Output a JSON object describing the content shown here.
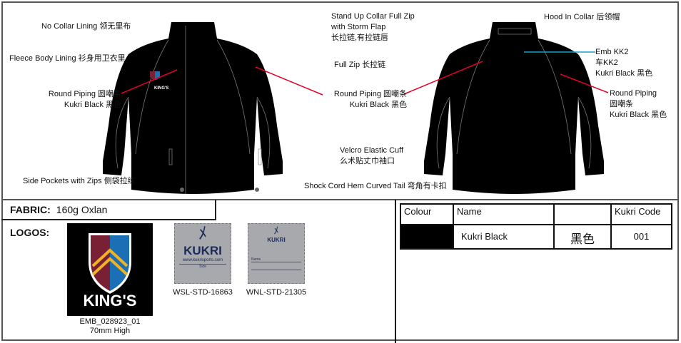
{
  "annotations": {
    "no_collar": "No Collar Lining  领无里布",
    "fleece": "Fleece Body Lining  衫身用卫衣里",
    "piping_front_l1": "Round Piping  圆嘲条",
    "piping_front_l2": "Kukri Black  黑色",
    "pockets": "Side Pockets with Zips  侧袋拉练",
    "collar_l1": "Stand Up Collar Full Zip",
    "collar_l2": "with Storm Flap",
    "collar_l3": "长拉链,有拉链唇",
    "full_zip": "Full Zip    长拉链",
    "piping_back_l1": "Round Piping  圆嘲条",
    "piping_back_l2": "Kukri Black  黑色",
    "cuff_l1": "Velcro Elastic Cuff",
    "cuff_l2": "么术贴丈巾袖口",
    "hem": "Shock Cord Hem Curved Tail   弯角有卡扣",
    "hood": "Hood In Collar 后领帽",
    "emb_l1": "Emb KK2",
    "emb_l2": "车KK2",
    "emb_l3": "Kukri Black  黑色",
    "piping_r_l1": "Round Piping",
    "piping_r_l2": "圆嘲条",
    "piping_r_l3": "Kukri Black  黑色",
    "chest_logo": "KING'S"
  },
  "fabric": {
    "label": "FABRIC:",
    "value": "160g Oxlan"
  },
  "logos": {
    "label": "LOGOS:",
    "items": [
      {
        "name": "KING'S",
        "code": "EMB_028923_01",
        "note": "70mm High"
      },
      {
        "brand": "KUKRI",
        "url": "www.kukrisports.com",
        "size": "Size",
        "code": "WSL-STD-16863"
      },
      {
        "brand": "KUKRI",
        "name": "Name",
        "code": "WNL-STD-21305"
      }
    ]
  },
  "colour_table": {
    "headers": [
      "Colour",
      "Name",
      "",
      "Kukri Code"
    ],
    "rows": [
      {
        "swatch": "#000000",
        "name": "Kukri Black",
        "cn": "黑色",
        "code": "001"
      }
    ]
  },
  "colors": {
    "piping_line": "#e0002a",
    "emb_line": "#1aa0c8"
  }
}
